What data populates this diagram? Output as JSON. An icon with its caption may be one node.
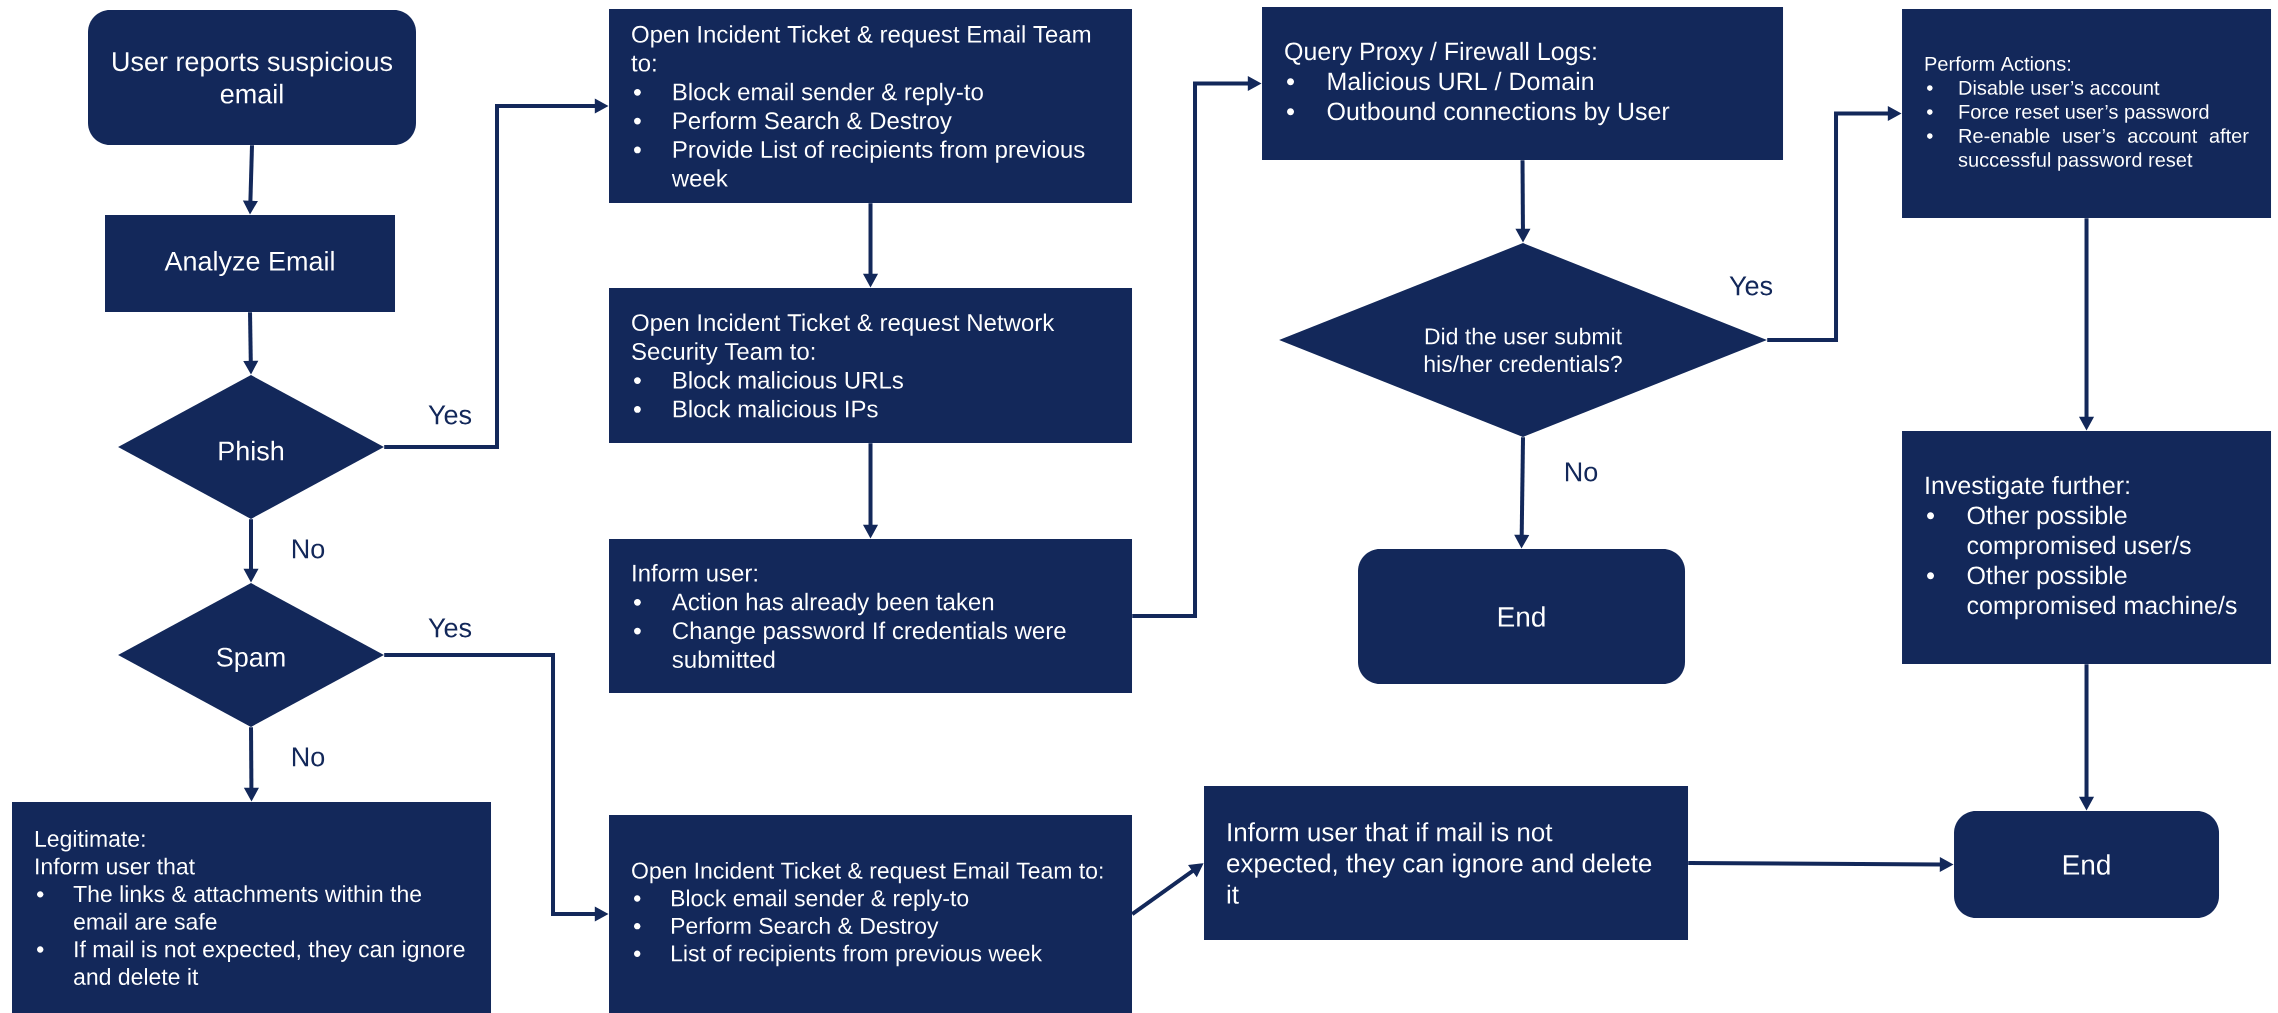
{
  "diagram": {
    "nodes": [
      {
        "text": [
          "User reports suspicious email"
        ]
      },
      {
        "text": [
          "Analyze Email"
        ]
      },
      {
        "text": [
          "Phish"
        ]
      },
      {
        "text": [
          "Spam"
        ]
      },
      {
        "text": [
          "Legitimate:",
          "Inform user that",
          "The links & attachments within the email are safe",
          "If mail is not expected, they can ignore and delete it"
        ]
      },
      {
        "text": [
          "Open Incident Ticket & request Email Team to:",
          "Block email sender & reply-to",
          "Perform Search & Destroy",
          "Provide List of recipients from previous week"
        ]
      },
      {
        "text": [
          "Open Incident Ticket & request Network Security Team to:",
          "Block malicious URLs",
          "Block malicious IPs"
        ]
      },
      {
        "text": [
          "Inform user:",
          "Action has already been taken",
          "Change password If credentials were submitted"
        ]
      },
      {
        "text": [
          "Query Proxy / Firewall Logs:",
          "Malicious URL / Domain",
          "Outbound connections by User"
        ]
      },
      {
        "text": [
          "Did the user submit his/her credentials?"
        ]
      },
      {
        "text": [
          "End"
        ]
      },
      {
        "text": [
          "Perform Actions:",
          "Disable user’s account",
          "Force reset user’s password",
          "Re-enable user’s account after successful password reset"
        ]
      },
      {
        "text": [
          "Investigate further:",
          "Other possible compromised user/s",
          "Other possible compromised machine/s"
        ]
      },
      {
        "text": [
          "Open Incident Ticket & request Email Team to:",
          "Block email sender & reply-to",
          "Perform Search & Destroy",
          "List of recipients from previous week"
        ]
      },
      {
        "text": [
          "Inform user that if mail is not expected, they can ignore and delete it"
        ]
      },
      {
        "text": [
          "End"
        ]
      }
    ],
    "edges": [
      {
        "from": 0,
        "to": 1,
        "arrow": "to"
      },
      {
        "from": 1,
        "to": 2,
        "arrow": "to"
      },
      {
        "from": 2,
        "to": 5,
        "arrow": "to",
        "label": "Yes"
      },
      {
        "from": 2,
        "to": 3,
        "arrow": "to",
        "label": "No"
      },
      {
        "from": 3,
        "to": 13,
        "arrow": "to",
        "label": "Yes"
      },
      {
        "from": 3,
        "to": 4,
        "arrow": "to",
        "label": "No"
      },
      {
        "from": 5,
        "to": 6,
        "arrow": "to"
      },
      {
        "from": 6,
        "to": 7,
        "arrow": "to"
      },
      {
        "from": 7,
        "to": 8,
        "arrow": "to"
      },
      {
        "from": 8,
        "to": 9,
        "arrow": "to"
      },
      {
        "from": 9,
        "to": 11,
        "arrow": "to",
        "label": "Yes"
      },
      {
        "from": 9,
        "to": 10,
        "arrow": "to",
        "label": "No"
      },
      {
        "from": 11,
        "to": 12,
        "arrow": "to"
      },
      {
        "from": 12,
        "to": 15,
        "arrow": "to"
      },
      {
        "from": 13,
        "to": 14,
        "arrow": "to"
      },
      {
        "from": 14,
        "to": 15,
        "arrow": "to"
      }
    ]
  }
}
